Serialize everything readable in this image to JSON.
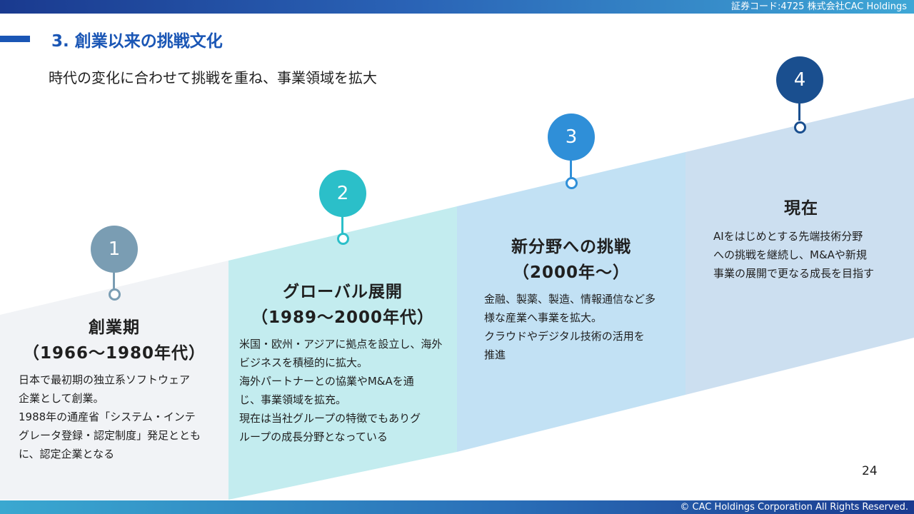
{
  "header": {
    "code": "証券コード:4725  株式会社CAC Holdings"
  },
  "section_title": "3. 創業以来の挑戦文化",
  "subtitle": "時代の変化に合わせて挑戦を重ね、事業領域を拡大",
  "stages": [
    {
      "number": "1",
      "title": "創業期",
      "period": "（1966〜1980年代）",
      "description": [
        "日本で最初期の独立系ソフトウェア",
        "企業として創業。",
        "1988年の通産省「システム・インテ",
        "グレータ登録・認定制度」発足ととも",
        "に、認定企業となる"
      ],
      "color": "#7a9db3"
    },
    {
      "number": "2",
      "title": "グローバル展開",
      "period": "（1989〜2000年代）",
      "description": [
        "米国・欧州・アジアに拠点を設立し、海外",
        "ビジネスを積極的に拡大。",
        "海外パートナーとの協業やM&Aを通",
        "じ、事業領域を拡充。",
        "現在は当社グループの特徴でもありグ",
        "ループの成長分野となっている"
      ],
      "color": "#2bbfc9"
    },
    {
      "number": "3",
      "title": "新分野への挑戦",
      "period": "（2000年〜）",
      "description": [
        "金融、製薬、製造、情報通信など多",
        "様な産業へ事業を拡大。",
        "クラウドやデジタル技術の活用を",
        "推進"
      ],
      "color": "#2f8fd8"
    },
    {
      "number": "4",
      "title": "現在",
      "period": "",
      "description": [
        "AIをはじめとする先端技術分野",
        "への挑戦を継続し、M&Aや新規",
        "事業の展開で更なる成長を目指す"
      ],
      "color": "#1a4f8f"
    }
  ],
  "page_number": "24",
  "footer": {
    "copyright": "© CAC Holdings Corporation All Rights Reserved."
  }
}
